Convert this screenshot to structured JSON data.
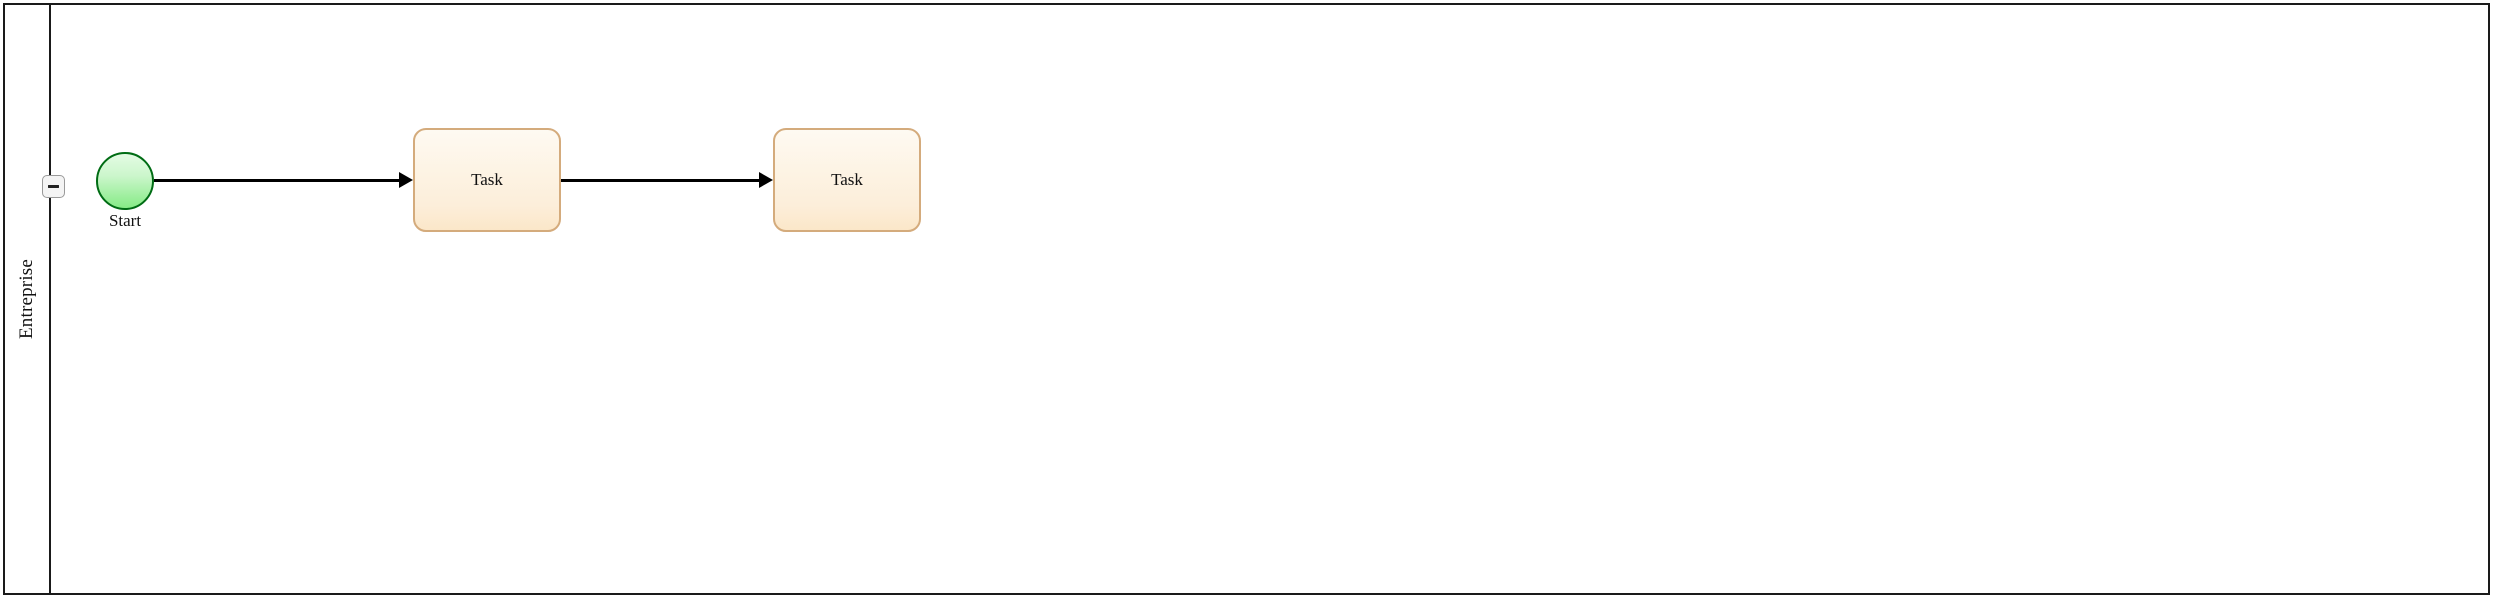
{
  "diagram": {
    "type": "bpmn-process-diagram",
    "background_color": "#ffffff",
    "border_color": "#1a1a1a"
  },
  "pool": {
    "lane": {
      "label": "Entreprise",
      "collapse_button": {
        "name": "collapse-lane-button",
        "glyph": "minus-icon",
        "state": "expanded",
        "border_color": "#9a9a9a",
        "fill_color": "#f4f4f4"
      }
    }
  },
  "nodes": {
    "start_event": {
      "label": "Start",
      "shape": "circle",
      "stroke_color": "#006c14",
      "fill_top_color": "#e4fbe4",
      "fill_bottom_color": "#86eb86"
    },
    "tasks": [
      {
        "label": "Task",
        "shape": "rounded-rectangle",
        "stroke_color": "#d4ab7c",
        "fill_top_color": "#fefaf2",
        "fill_bottom_color": "#fbe7c9"
      },
      {
        "label": "Task",
        "shape": "rounded-rectangle",
        "stroke_color": "#d4ab7c",
        "fill_top_color": "#fefaf2",
        "fill_bottom_color": "#fbe7c9"
      }
    ]
  },
  "flows": [
    {
      "name": "start-to-task-1",
      "source": "Start",
      "target": "Task",
      "label": "",
      "color": "#000000"
    },
    {
      "name": "task-1-to-task-2",
      "source": "Task",
      "target": "Task",
      "label": "",
      "color": "#000000"
    }
  ]
}
